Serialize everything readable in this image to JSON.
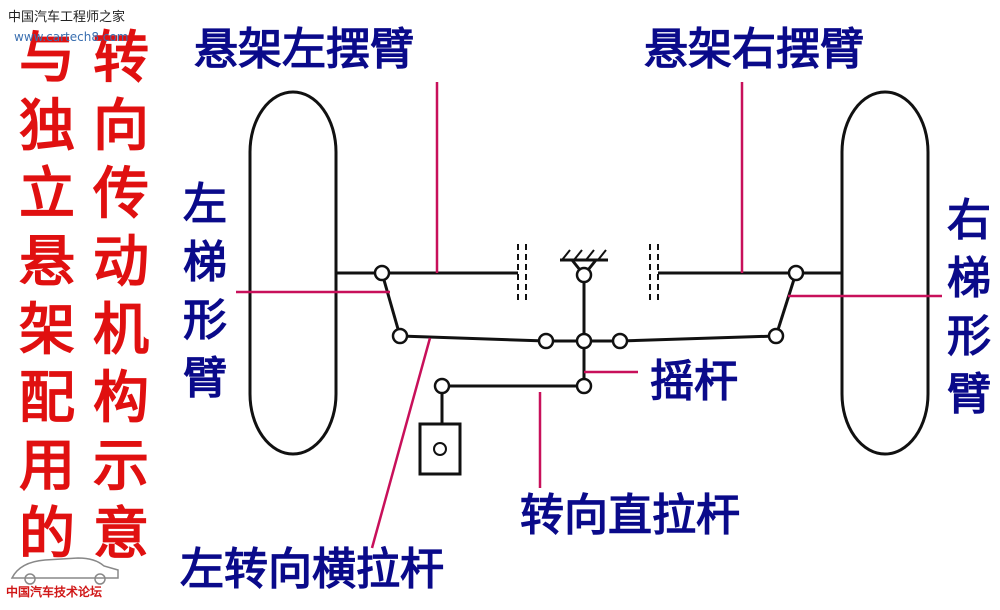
{
  "title_vertical": {
    "col1": "与独立悬架配用的",
    "col2": "转向传动机构示意"
  },
  "labels": {
    "left_swing_arm": "悬架左摆臂",
    "right_swing_arm": "悬架右摆臂",
    "left_trapezoid_arm": "左梯形臂",
    "right_trapezoid_arm": "右梯形臂",
    "rocker_arm": "摇杆",
    "drag_link": "转向直拉杆",
    "left_tie_rod": "左转向横拉杆"
  },
  "watermark": {
    "top": "中国汽车工程师之家",
    "url": "www.cartech8.com",
    "bottom": "中国汽车技术论坛"
  },
  "colors": {
    "label": "#0a0a8a",
    "title": "#e01010",
    "leader": "#c8105a",
    "line": "#111111"
  }
}
